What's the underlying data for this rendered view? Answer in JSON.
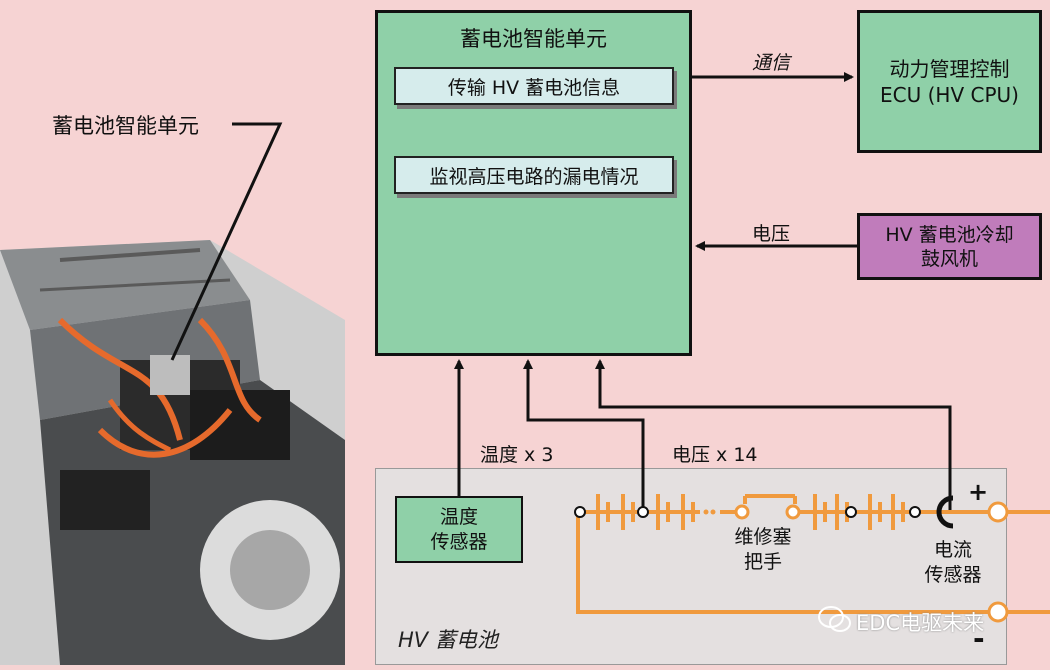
{
  "photo_label": "蓄电池智能单元",
  "unit": {
    "title": "蓄电池智能单元",
    "items": [
      "传输 HV 蓄电池信息",
      "监视高压电路的漏电情况"
    ]
  },
  "ecu": {
    "line1": "动力管理控制",
    "line2": "ECU (HV CPU)"
  },
  "comm_label": "通信",
  "blower": {
    "line1": "HV 蓄电池冷却",
    "line2": "鼓风机"
  },
  "voltage_label": "电压",
  "temp_label": "温度 x 3",
  "voltage14_label": "电压 x 14",
  "temp_sensor": {
    "line1": "温度",
    "line2": "传感器"
  },
  "service_plug": {
    "line1": "维修塞",
    "line2": "把手"
  },
  "current_sensor": {
    "line1": "电流",
    "line2": "传感器"
  },
  "plus": "+",
  "minus": "-",
  "battery_label": "HV 蓄电池",
  "watermark": "EDC电驱未来",
  "colors": {
    "background": "#f6d3d3",
    "unit_fill": "#8fd0a8",
    "blower_fill": "#c07cbb",
    "battery_fill": "#e4e0e0",
    "wire": "#f09a3e"
  }
}
